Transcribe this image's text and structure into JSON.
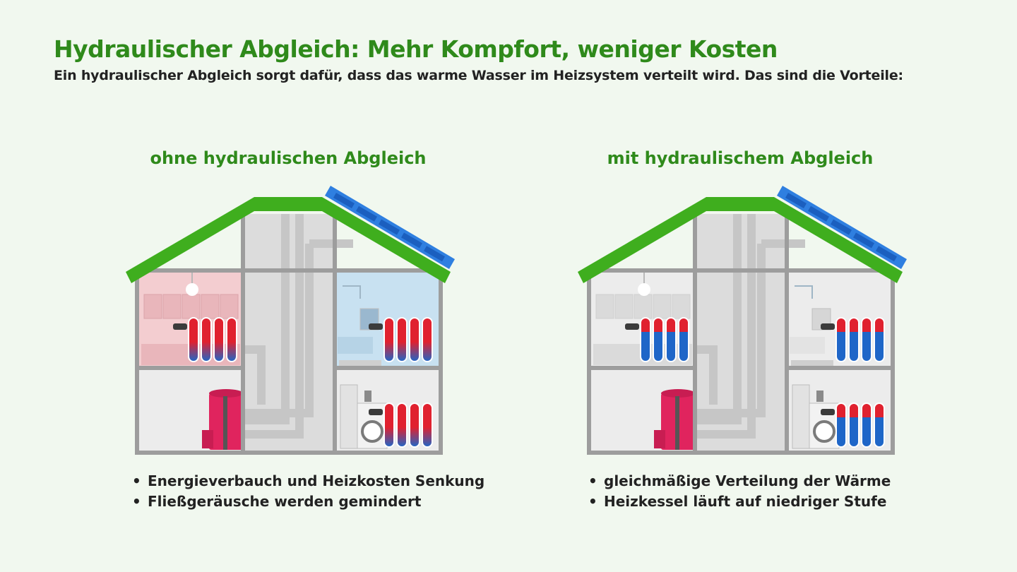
{
  "header": {
    "title": "Hydraulischer Abgleich: Mehr Kompfort, weniger Kosten",
    "subtitle": "Ein hydraulischer Abgleich sorgt dafür, dass das warme Wasser im Heizsystem verteilt wird. Das sind die Vorteile:"
  },
  "panels": [
    {
      "title": "ohne hydraulischen Abgleich",
      "bullets": [
        "Energieverbauch und Heizkosten Senkung",
        "Fließgeräusche werden gemindert"
      ],
      "rooms_heated": true
    },
    {
      "title": "mit hydraulischem Abgleich",
      "bullets": [
        "gleichmäßige Verteilung der Wärme",
        "Heizkessel läuft auf niedriger Stufe"
      ],
      "rooms_heated": false
    }
  ],
  "colors": {
    "title_green": "#2f8a1b",
    "roof_green": "#3fae1e",
    "solar_blue": "#2f7fe0",
    "radiator_red": "#e0212f",
    "radiator_blue": "#1f66c8",
    "boiler_red": "#e0245e",
    "wall_gray": "#9d9d9d",
    "kitchen_warm": "#f3cdd0",
    "bath_cool": "#c8e1f1"
  },
  "icons": [
    "house-icon",
    "solar-panel-icon",
    "radiator-icon",
    "boiler-icon",
    "washing-machine-icon",
    "lamp-icon",
    "shower-icon",
    "mirror-icon"
  ]
}
